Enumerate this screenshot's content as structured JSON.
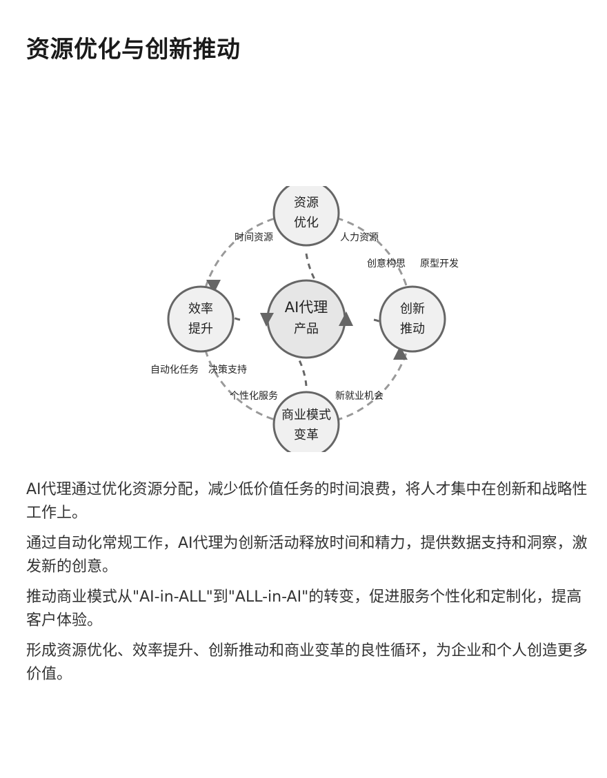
{
  "page": {
    "title": "资源优化与创新推动"
  },
  "diagram": {
    "center": {
      "line1": "AI代理",
      "line2": "产品"
    },
    "nodes": {
      "top": {
        "line1": "资源",
        "line2": "优化"
      },
      "left": {
        "line1": "效率",
        "line2": "提升"
      },
      "right": {
        "line1": "创新",
        "line2": "推动"
      },
      "bottom": {
        "line1": "商业模式",
        "line2": "变革"
      }
    },
    "labels": {
      "time_resources": "时间资源",
      "human_resources": "人力资源",
      "creative_ideas": "创意构思",
      "prototype_dev": "原型开发",
      "automated_tasks": "自动化任务",
      "decision_support": "决策支持",
      "personalized_service": "个性化服务",
      "new_jobs": "新就业机会"
    },
    "colors": {
      "ring": "#999999",
      "node_fill": "#f0f0f0",
      "node_stroke": "#666666",
      "center_fill": "#e6e6e6",
      "arrow": "#666666"
    }
  },
  "paragraphs": [
    "AI代理通过优化资源分配，减少低价值任务的时间浪费，将人才集中在创新和战略性工作上。",
    "通过自动化常规工作，AI代理为创新活动释放时间和精力，提供数据支持和洞察，激发新的创意。",
    "推动商业模式从\"AI-in-ALL\"到\"ALL-in-AI\"的转变，促进服务个性化和定制化，提高客户体验。",
    "形成资源优化、效率提升、创新推动和商业变革的良性循环，为企业和个人创造更多价值。"
  ]
}
